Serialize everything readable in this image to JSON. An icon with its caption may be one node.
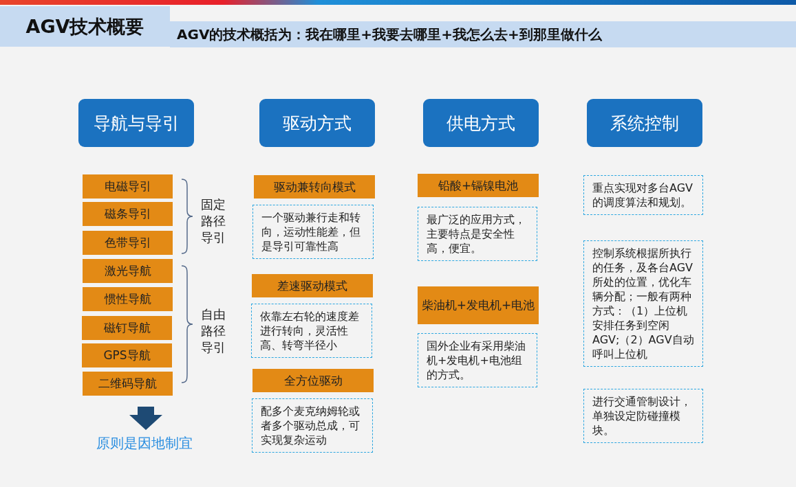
{
  "diagram": {
    "title": "AGV技术概要",
    "nodes": [
      {
        "text": [
          "导航与导引"
        ]
      },
      {
        "text": [
          "驱动方式"
        ]
      },
      {
        "text": [
          "供电方式"
        ]
      },
      {
        "text": [
          "系统控制"
        ]
      },
      {
        "text": [
          "电磁导引"
        ]
      },
      {
        "text": [
          "磁条导引"
        ]
      },
      {
        "text": [
          "色带导引"
        ]
      },
      {
        "text": [
          "激光导航"
        ]
      },
      {
        "text": [
          "惯性导航"
        ]
      },
      {
        "text": [
          "磁钉导航"
        ]
      },
      {
        "text": [
          "GPS导航"
        ]
      },
      {
        "text": [
          "二维码导航"
        ]
      },
      {
        "text": [
          "驱动兼转向模式"
        ]
      },
      {
        "text": [
          "一个驱动兼行走和转向，运动性能差，但是导引可靠性高"
        ]
      },
      {
        "text": [
          "差速驱动模式"
        ]
      },
      {
        "text": [
          "依靠左右轮的速度差进行转向，灵活性高、转弯半径小"
        ]
      },
      {
        "text": [
          "全方位驱动"
        ]
      },
      {
        "text": [
          "配多个麦克纳姆轮或者多个驱动总成，可实现复杂运动"
        ]
      },
      {
        "text": [
          "铅酸+镉镍电池"
        ]
      },
      {
        "text": [
          "最广泛的应用方式，主要特点是安全性高，便宜。"
        ]
      },
      {
        "text": [
          "柴油机+发电机+电池"
        ]
      },
      {
        "text": [
          "国外企业有采用柴油机+发电机+电池组的方式。"
        ]
      },
      {
        "text": [
          "重点实现对多台AGV的调度算法和规划。"
        ]
      },
      {
        "text": [
          "控制系统根据所执行的任务，及各台AGV所处的位置，优化车辆分配；一般有两种方式：（1）上位机安排任务到空闲AGV;（2）AGV自动呼叫上位机"
        ]
      },
      {
        "text": [
          "进行交通管制设计，单独设定防碰撞模块。"
        ]
      }
    ],
    "labels": [
      "AGV的技术概括为：我在哪里+我要去哪里+我怎么去+到那里做什么",
      "固定路径导引",
      "自由路径导引",
      "原则是因地制宜"
    ]
  }
}
